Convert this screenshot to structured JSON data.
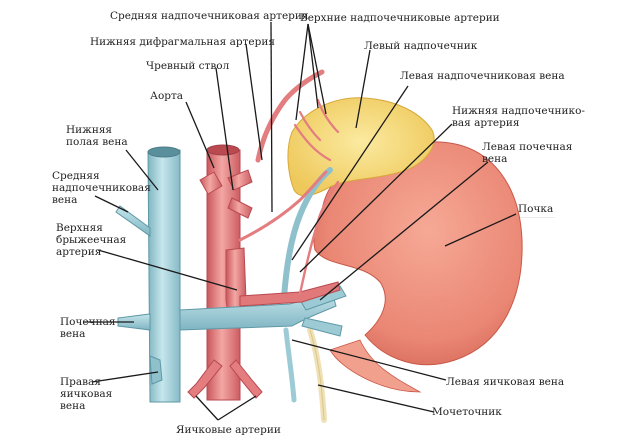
{
  "labels": {
    "middle_adrenal_artery": "Средняя надпочечниковая артерия",
    "superior_adrenal_arteries": "Верхние надпочечниковые артерии",
    "inferior_phrenic_artery": "Нижняя дифрагмальная артерия",
    "left_adrenal_gland": "Левый надпочечник",
    "celiac_trunk": "Чревный ствол",
    "left_adrenal_vein": "Левая надпочечниковая вена",
    "aorta": "Аорта",
    "inferior_adrenal_artery_1": "Нижняя надпочечнико-",
    "inferior_adrenal_artery_2": "вая артерия",
    "ivc_1": "Нижняя",
    "ivc_2": "полая вена",
    "left_renal_vein_1": "Левая почечная",
    "left_renal_vein_2": "вена",
    "middle_adrenal_vein_1": "Средняя",
    "middle_adrenal_vein_2": "надпочечниковая",
    "middle_adrenal_vein_3": "вена",
    "kidney": "Почка",
    "sma_1": "Верхняя",
    "sma_2": "брыжеечная",
    "sma_3": "артерия",
    "renal_vein_1": "Почечная",
    "renal_vein_2": "вена",
    "right_testicular_vein_1": "Правая",
    "right_testicular_vein_2": "яичковая",
    "right_testicular_vein_3": "вена",
    "left_testicular_vein": "Левая яичковая вена",
    "ureter": "Мочеточник",
    "testicular_arteries": "Яичковые артерии"
  },
  "colors": {
    "vein": "#a9d4dd",
    "vein_dark": "#6fa9b7",
    "artery": "#e37d7f",
    "artery_dark": "#c24f55",
    "kidney": "#ee8b7b",
    "kidney_dark": "#d66857",
    "adrenal": "#f7df7a",
    "leader": "#1a1a1a"
  }
}
